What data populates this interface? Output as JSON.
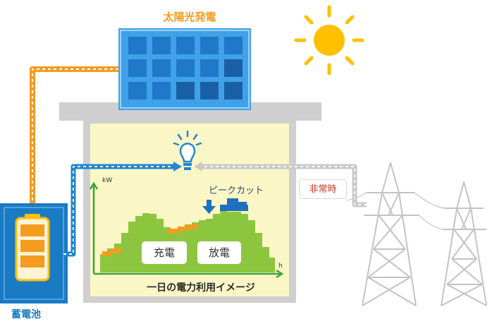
{
  "labels": {
    "solar": "太陽光発電",
    "battery": "蓄電池",
    "peak_cut": "ピークカット",
    "emergency": "非常時",
    "charge": "充電",
    "discharge": "放電",
    "axis_y": "kW",
    "axis_x": "h",
    "chart_caption": "一日の電力利用イメージ"
  },
  "colors": {
    "solar_panel": "#1f86d0",
    "accent_orange": "#f39c1f",
    "battery_blue": "#1a7bc4",
    "chart_green": "#8cc63f",
    "house_fill": "#fbf6c5",
    "peak_blue": "#1f6fbf",
    "sun_yellow": "#ffc000",
    "grid_line_gray": "#c9c9c9"
  },
  "icons": {
    "sun": "sun-icon",
    "light_bulb": "light-bulb-icon",
    "solar_panel": "solar-panel-icon",
    "battery": "battery-icon",
    "power_tower": "power-tower-icon"
  }
}
